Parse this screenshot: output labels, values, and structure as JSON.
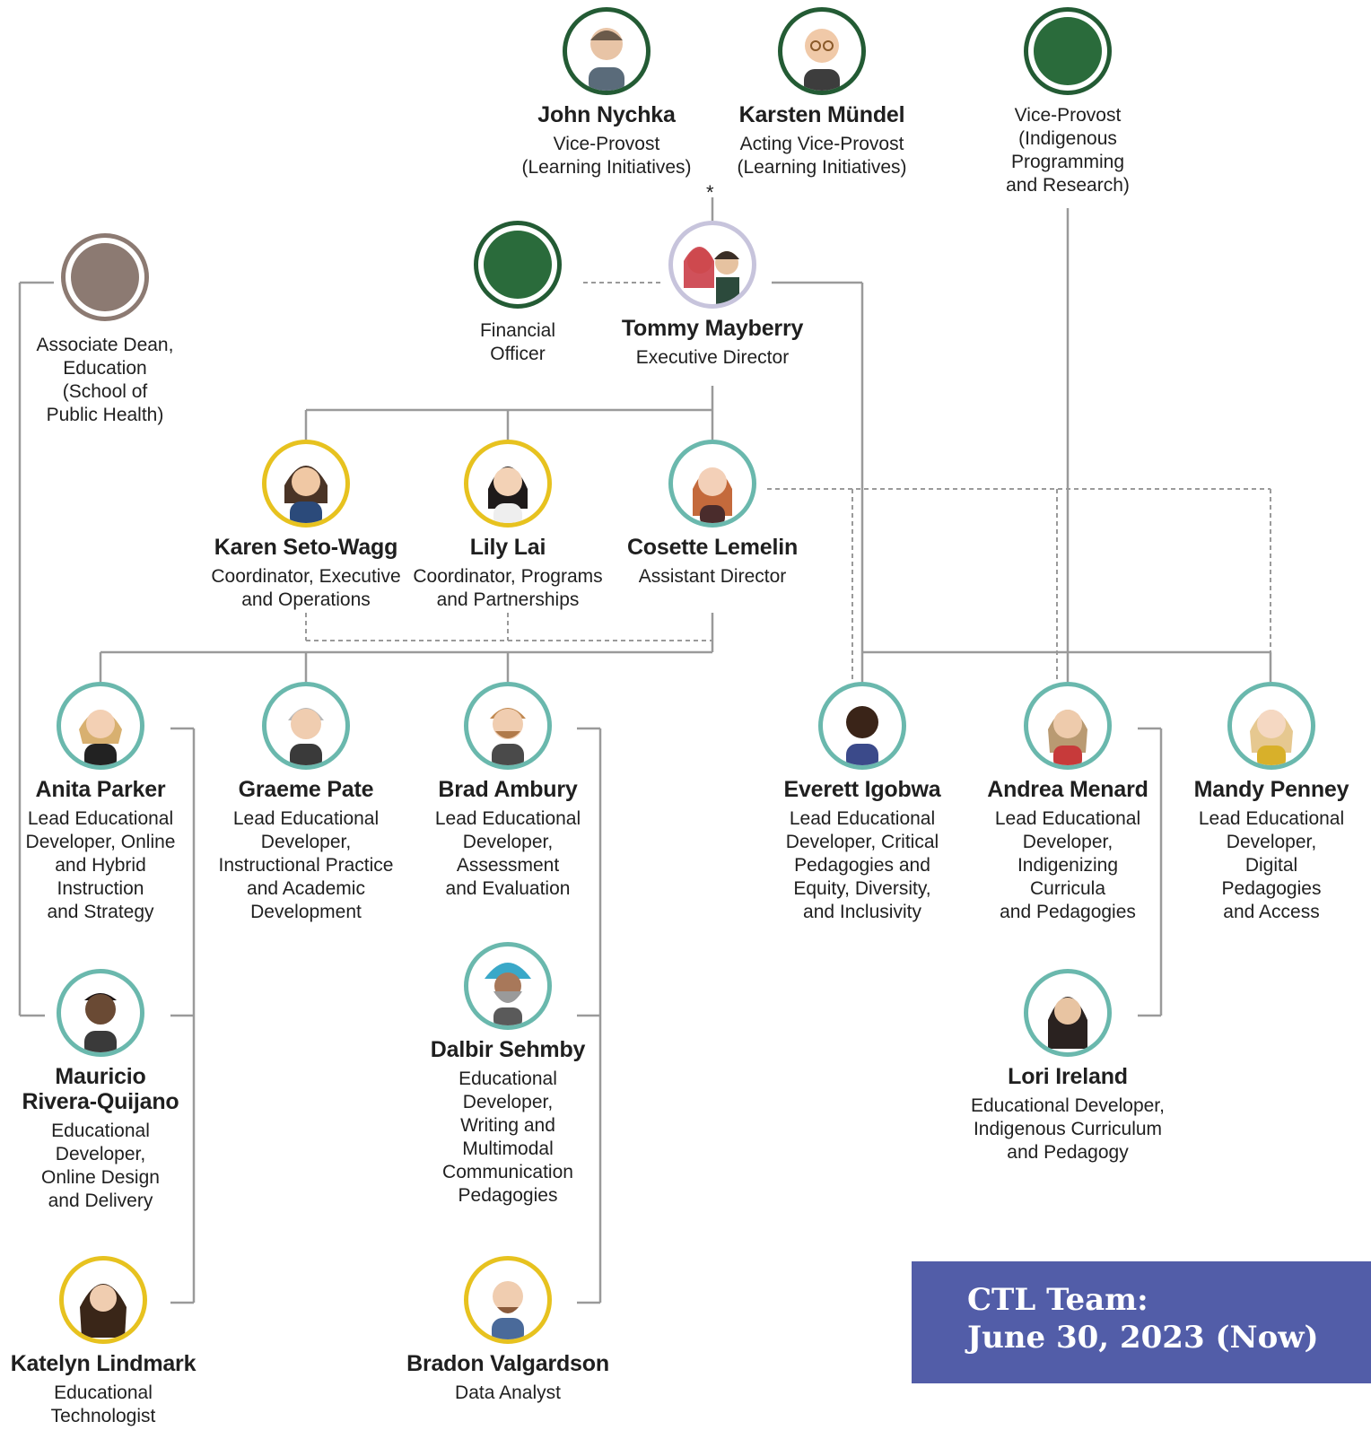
{
  "people": {
    "john": {
      "name": "John Nychka",
      "role": "Vice-Provost\n(Learning Initiatives)"
    },
    "karsten": {
      "name": "Karsten Mündel",
      "role": "Acting Vice-Provost\n(Learning Initiatives)"
    },
    "vp_ind": {
      "name": "",
      "role": "Vice-Provost\n(Indigenous\nProgramming\nand Research)"
    },
    "fin": {
      "name": "",
      "role": "Financial\nOfficer"
    },
    "tommy": {
      "name": "Tommy Mayberry",
      "role": "Executive Director"
    },
    "assoc": {
      "name": "",
      "role": "Associate Dean,\nEducation\n(School of\nPublic Health)"
    },
    "karen": {
      "name": "Karen Seto-Wagg",
      "role": "Coordinator, Executive\nand Operations"
    },
    "lily": {
      "name": "Lily Lai",
      "role": "Coordinator, Programs\nand Partnerships"
    },
    "cosette": {
      "name": "Cosette Lemelin",
      "role": "Assistant Director"
    },
    "anita": {
      "name": "Anita Parker",
      "role": "Lead Educational\nDeveloper, Online\nand Hybrid\nInstruction\nand Strategy"
    },
    "graeme": {
      "name": "Graeme Pate",
      "role": "Lead Educational\nDeveloper,\nInstructional Practice\nand Academic\nDevelopment"
    },
    "brad": {
      "name": "Brad Ambury",
      "role": "Lead Educational\nDeveloper,\nAssessment\nand Evaluation"
    },
    "everett": {
      "name": "Everett Igobwa",
      "role": "Lead Educational\nDeveloper, Critical\nPedagogies and\nEquity, Diversity,\nand Inclusivity"
    },
    "andrea": {
      "name": "Andrea Menard",
      "role": "Lead Educational\nDeveloper,\nIndigenizing\nCurricula\nand Pedagogies"
    },
    "mandy": {
      "name": "Mandy Penney",
      "role": "Lead Educational\nDeveloper,\nDigital\nPedagogies\nand Access"
    },
    "mauricio": {
      "name": "Mauricio\nRivera-Quijano",
      "role": "Educational\nDeveloper,\nOnline Design\nand Delivery"
    },
    "dalbir": {
      "name": "Dalbir Sehmby",
      "role": "Educational\nDeveloper,\nWriting and\nMultimodal\nCommunication\nPedagogies"
    },
    "lori": {
      "name": "Lori Ireland",
      "role": "Educational Developer,\nIndigenous Curriculum\nand Pedagogy"
    },
    "katelyn": {
      "name": "Katelyn Lindmark",
      "role": "Educational\nTechnologist"
    },
    "bradon": {
      "name": "Bradon Valgardson",
      "role": "Data Analyst"
    }
  },
  "asterisk": "*",
  "banner": {
    "line1": "CTL Team:",
    "line2": "June 30, 2023 (Now)"
  },
  "colors": {
    "teal": "#6ab8ad",
    "yellow": "#e7c21f",
    "green": "#235b34",
    "brown": "#8c7a72",
    "banner": "#525da8",
    "line": "#9a9a9a"
  }
}
